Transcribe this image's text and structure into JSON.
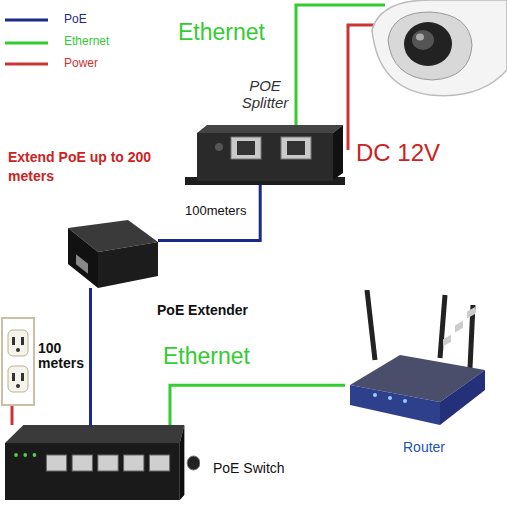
{
  "diagram": {
    "nodes": [
      {
        "text": [
          "POE Splitter"
        ]
      },
      {
        "text": [
          "PoE Extender"
        ]
      },
      {
        "text": [
          "PoE Switch"
        ]
      },
      {
        "text": [
          "Router"
        ]
      }
    ],
    "edges": [
      {
        "from": 0,
        "to": 1,
        "label": "100meters",
        "arrow": "none"
      },
      {
        "from": 1,
        "to": 2,
        "label": "100 meters",
        "arrow": "none"
      },
      {
        "from": 2,
        "to": 3,
        "label": "Ethernet",
        "arrow": "none"
      }
    ],
    "labels": [
      "Ethernet",
      "DC 12V",
      "Extend PoE up to 200 meters"
    ],
    "legend": [
      {
        "text": "PoE"
      },
      {
        "text": "Ethernet"
      },
      {
        "text": "Power"
      }
    ]
  }
}
